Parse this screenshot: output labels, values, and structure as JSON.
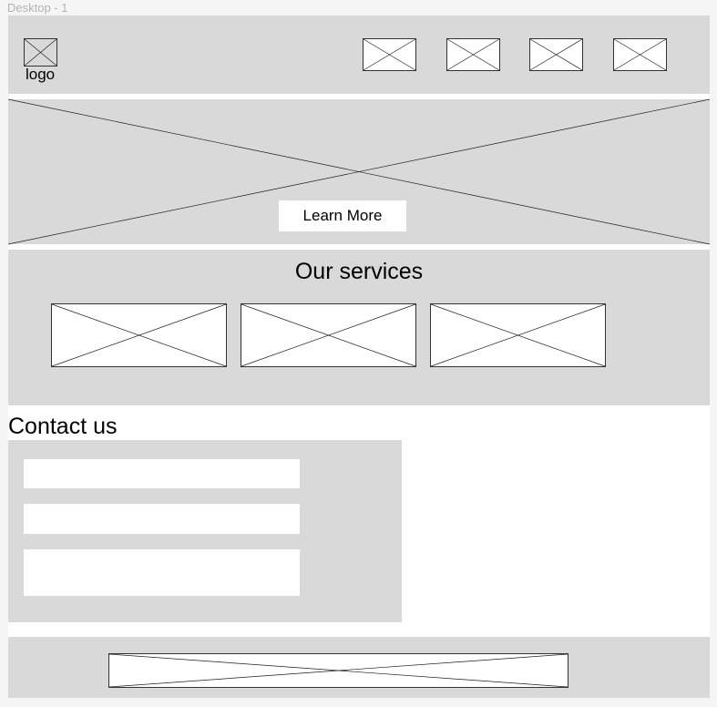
{
  "frame": {
    "label": "Desktop - 1"
  },
  "header": {
    "logo_text": "logo",
    "logo_icon": "image-placeholder-icon",
    "nav_items": [
      {
        "icon": "image-placeholder-icon"
      },
      {
        "icon": "image-placeholder-icon"
      },
      {
        "icon": "image-placeholder-icon"
      },
      {
        "icon": "image-placeholder-icon"
      }
    ]
  },
  "hero": {
    "image_icon": "image-placeholder-icon",
    "cta_label": "Learn More"
  },
  "services": {
    "title": "Our services",
    "cards": [
      {
        "icon": "image-placeholder-icon"
      },
      {
        "icon": "image-placeholder-icon"
      },
      {
        "icon": "image-placeholder-icon"
      }
    ]
  },
  "contact": {
    "title": "Contact us",
    "fields": [
      {
        "value": "",
        "placeholder": ""
      },
      {
        "value": "",
        "placeholder": ""
      },
      {
        "value": "",
        "placeholder": ""
      }
    ]
  },
  "footer": {
    "image_icon": "image-placeholder-icon"
  },
  "colors": {
    "block": "#d9d9d9",
    "placeholder": "#ffffff",
    "canvas": "#f5f5f5",
    "frame_label": "#b3b3b3"
  }
}
